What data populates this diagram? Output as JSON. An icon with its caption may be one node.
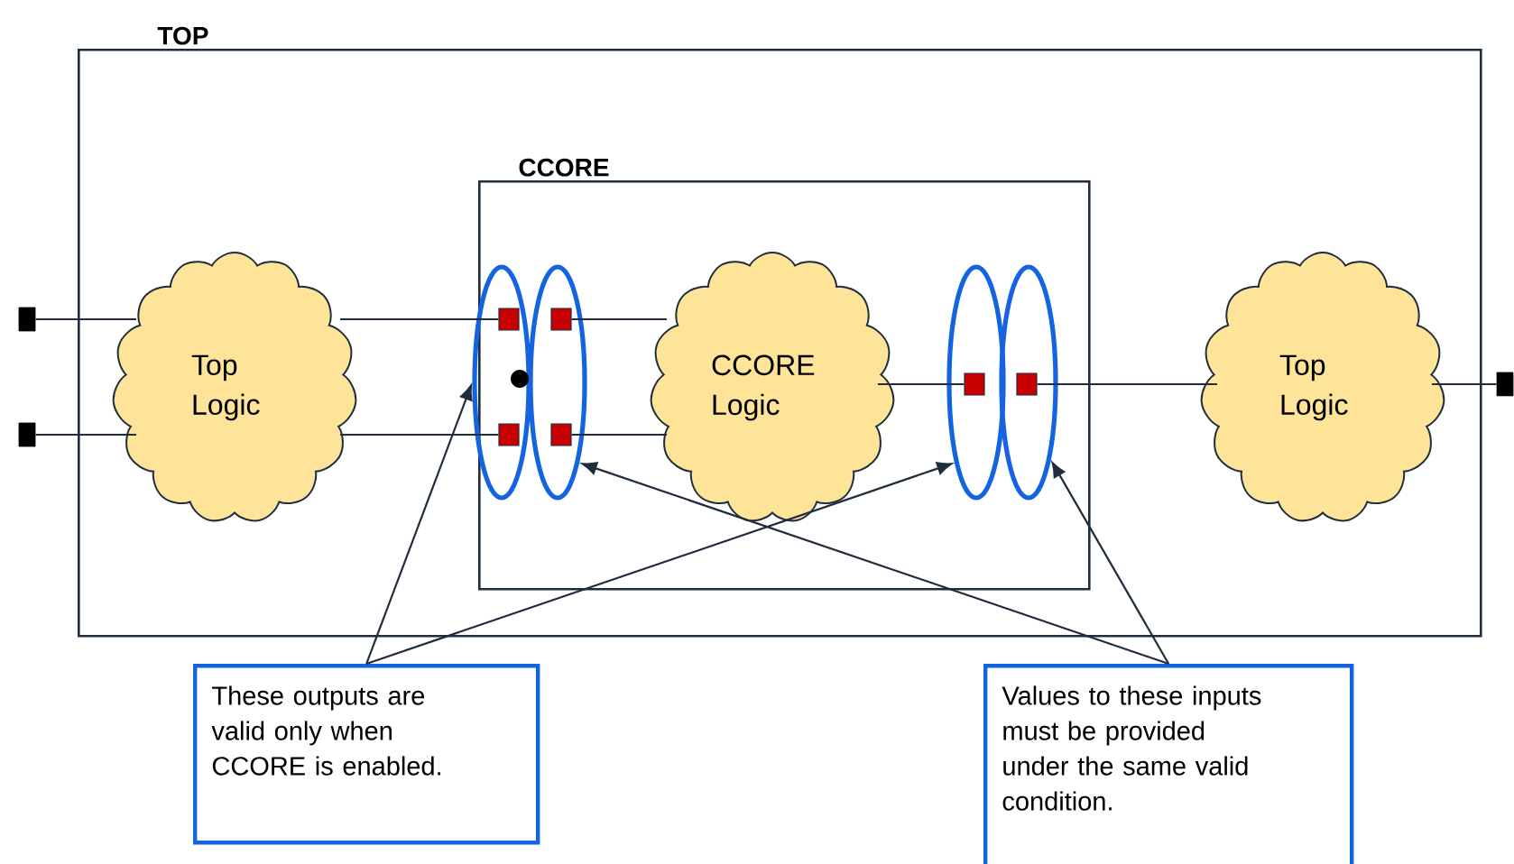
{
  "diagram": {
    "nodes": [
      {
        "text": [
          "TOP"
        ]
      },
      {
        "text": [
          "CCORE"
        ],
        "in": 0
      },
      {
        "text": [
          "Top Logic"
        ],
        "in": 0
      },
      {
        "text": [
          "CCORE Logic"
        ],
        "in": 1
      },
      {
        "text": [
          "Top Logic"
        ],
        "in": 0
      },
      {
        "text": [],
        "shape": "ellipse",
        "in": 0
      },
      {
        "text": [],
        "shape": "ellipse",
        "in": 1
      },
      {
        "text": [],
        "shape": "ellipse",
        "in": 1
      },
      {
        "text": [],
        "shape": "ellipse",
        "in": 1
      },
      {
        "text": [],
        "shape": "box"
      },
      {
        "text": [],
        "shape": "box"
      },
      {
        "text": [],
        "shape": "box"
      },
      {
        "text": [],
        "shape": "box",
        "in": 5
      },
      {
        "text": [],
        "shape": "box",
        "in": 5
      },
      {
        "text": [],
        "shape": "box",
        "in": 6
      },
      {
        "text": [],
        "shape": "box",
        "in": 6
      },
      {
        "text": [],
        "shape": "box",
        "in": 7
      },
      {
        "text": [],
        "shape": "box",
        "in": 8
      },
      {
        "text": [
          "These outputs are valid only when CCORE is enabled."
        ]
      },
      {
        "text": [
          "Values to these inputs must be provided under the same valid condition."
        ]
      }
    ],
    "edges": [
      {
        "from": 9,
        "to": 2,
        "arrow": "none"
      },
      {
        "from": 10,
        "to": 2,
        "arrow": "none"
      },
      {
        "from": 2,
        "to": 12,
        "arrow": "none"
      },
      {
        "from": 2,
        "to": 13,
        "arrow": "none"
      },
      {
        "from": 14,
        "to": 3,
        "arrow": "none"
      },
      {
        "from": 15,
        "to": 3,
        "arrow": "none"
      },
      {
        "from": 3,
        "to": 16,
        "arrow": "none"
      },
      {
        "from": 17,
        "to": 4,
        "arrow": "none"
      },
      {
        "from": 4,
        "to": 11,
        "arrow": "none"
      },
      {
        "from": 18,
        "to": 5,
        "arrow": "to"
      },
      {
        "from": 18,
        "to": 7,
        "arrow": "to"
      },
      {
        "from": 19,
        "to": 6,
        "arrow": "to"
      },
      {
        "from": 19,
        "to": 8,
        "arrow": "to"
      }
    ]
  }
}
